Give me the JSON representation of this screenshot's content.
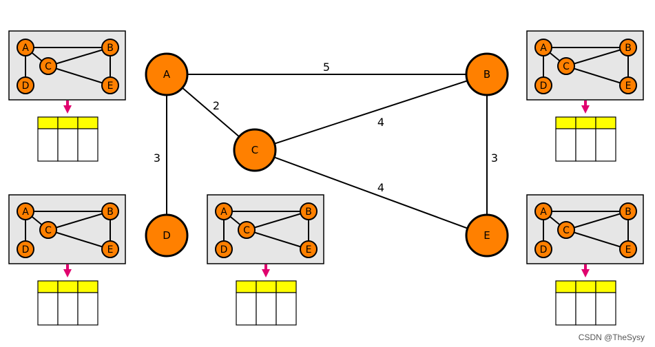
{
  "colors": {
    "node_fill": "#ff8000",
    "node_stroke": "#000000",
    "panel_fill": "#e6e6e6",
    "table_header": "#ffff00",
    "arrow": "#e0006e"
  },
  "graph": {
    "nodes": [
      {
        "id": "A",
        "label": "A"
      },
      {
        "id": "B",
        "label": "B"
      },
      {
        "id": "C",
        "label": "C"
      },
      {
        "id": "D",
        "label": "D"
      },
      {
        "id": "E",
        "label": "E"
      }
    ],
    "edges": [
      {
        "from": "A",
        "to": "B",
        "weight": "5"
      },
      {
        "from": "A",
        "to": "C",
        "weight": "2"
      },
      {
        "from": "A",
        "to": "D",
        "weight": "3"
      },
      {
        "from": "C",
        "to": "B",
        "weight": "4"
      },
      {
        "from": "C",
        "to": "E",
        "weight": "4"
      },
      {
        "from": "B",
        "to": "E",
        "weight": "3"
      }
    ]
  },
  "mini_graph": {
    "labels": [
      "A",
      "B",
      "C",
      "D",
      "E"
    ]
  },
  "watermark": "CSDN @TheSysy"
}
